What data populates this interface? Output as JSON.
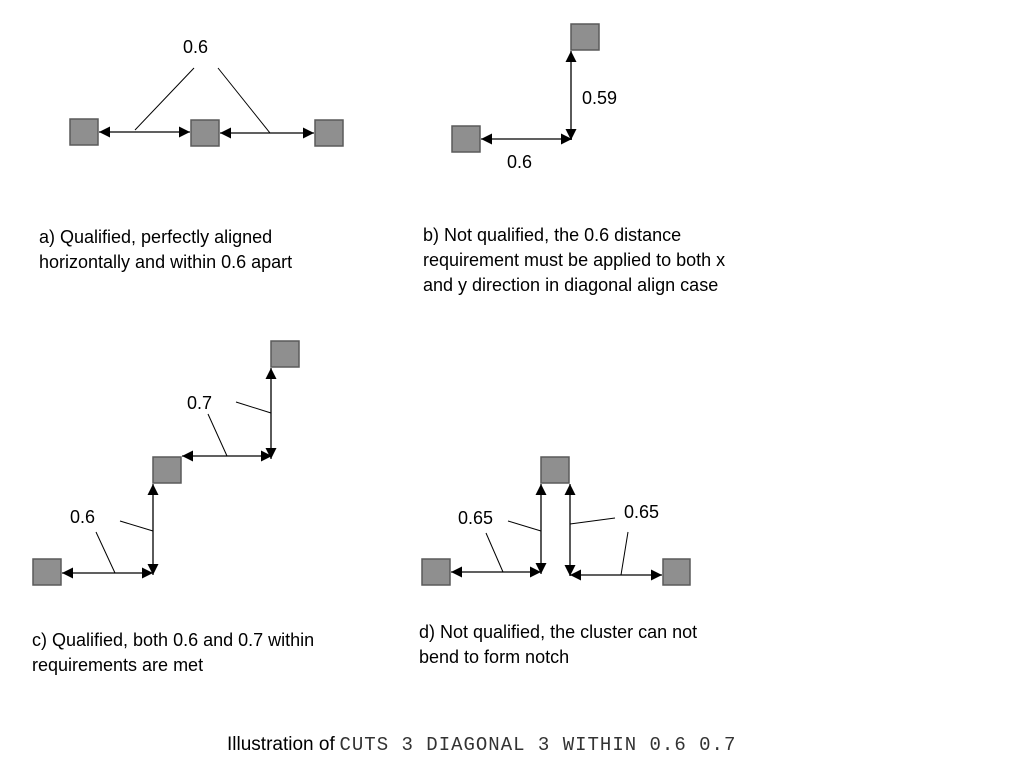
{
  "title": {
    "prefix": "Illustration of",
    "command": "CUTS 3 DIAGONAL 3 WITHIN 0.6 0.7"
  },
  "panels": [
    {
      "id": "a",
      "labels": [
        "0.6"
      ],
      "caption": [
        "a) Qualified, perfectly aligned",
        "horizontally and within 0.6 apart"
      ]
    },
    {
      "id": "b",
      "labels": [
        "0.59",
        "0.6"
      ],
      "caption": [
        "b) Not qualified, the 0.6 distance",
        "requirement must be applied to both x",
        "and y direction in diagonal align case"
      ]
    },
    {
      "id": "c",
      "labels": [
        "0.7",
        "0.6"
      ],
      "caption": [
        "c) Qualified, both 0.6 and 0.7 within",
        "requirements are met"
      ]
    },
    {
      "id": "d",
      "labels": [
        "0.65",
        "0.65"
      ],
      "caption": [
        "d) Not qualified, the cluster can not",
        "bend to form notch"
      ]
    }
  ],
  "colors": {
    "cut_fill": "#8f8f8f",
    "cut_stroke": "#5a5a5a",
    "line": "#000000"
  }
}
